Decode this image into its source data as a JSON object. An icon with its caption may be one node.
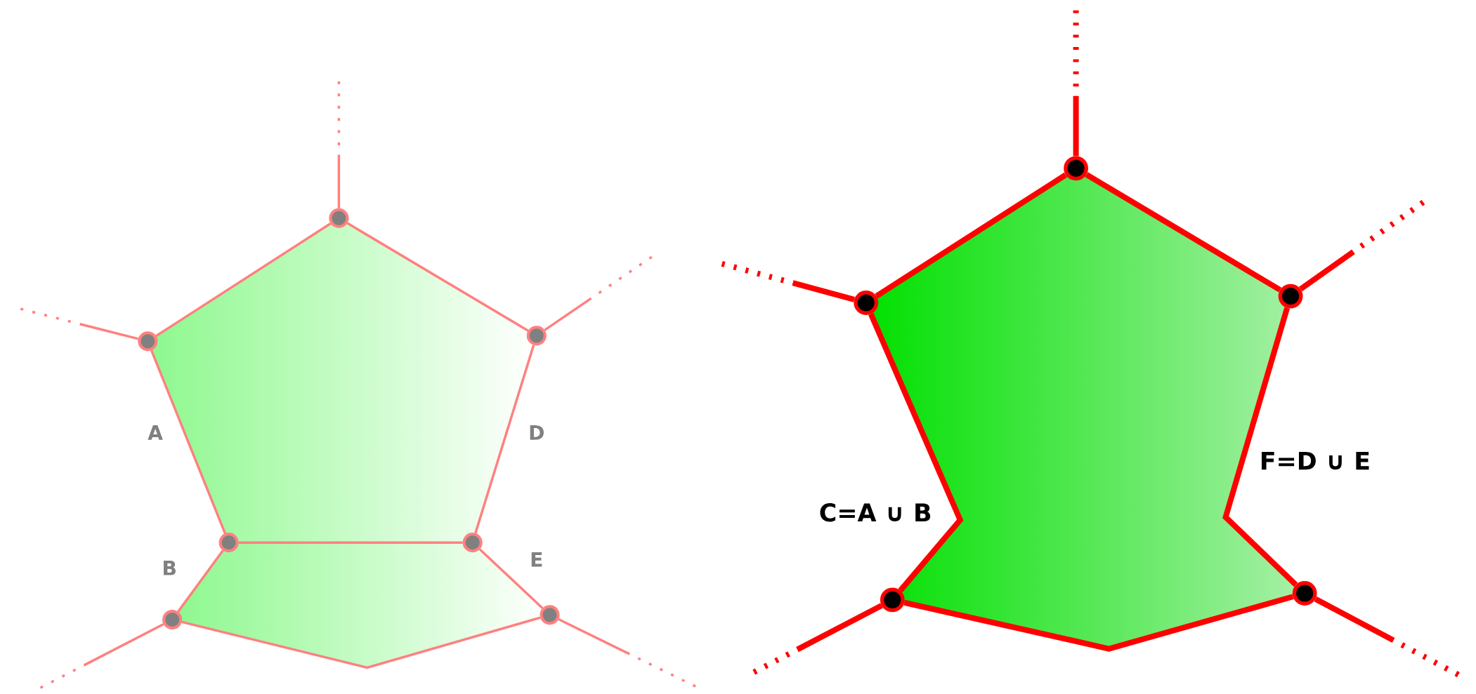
{
  "diagram": {
    "nodes": [
      {
        "text": [],
        "shape": "circle"
      },
      {
        "text": [],
        "shape": "circle"
      },
      {
        "text": [],
        "shape": "circle"
      },
      {
        "text": [],
        "shape": "circle"
      },
      {
        "text": [],
        "shape": "circle"
      },
      {
        "text": [],
        "shape": "circle"
      },
      {
        "text": [],
        "shape": "circle"
      },
      {
        "text": [],
        "shape": "circle"
      },
      {
        "text": [],
        "shape": "circle"
      },
      {
        "text": [],
        "shape": "circle"
      },
      {
        "text": [],
        "shape": "circle"
      },
      {
        "text": [],
        "shape": "circle"
      }
    ],
    "edges": [
      {
        "from": 0,
        "to": 1,
        "arrow": "none"
      },
      {
        "from": 0,
        "to": 2,
        "arrow": "none"
      },
      {
        "from": 1,
        "to": 3,
        "arrow": "none"
      },
      {
        "from": 2,
        "to": 4,
        "arrow": "none"
      },
      {
        "from": 3,
        "to": 4,
        "arrow": "none"
      },
      {
        "from": 3,
        "to": 5,
        "arrow": "none"
      },
      {
        "from": 4,
        "to": 6,
        "arrow": "none"
      },
      {
        "from": 5,
        "to": 6,
        "arrow": "none"
      },
      {
        "from": 0,
        "to": null,
        "arrow": "none",
        "style": "dashed"
      },
      {
        "from": 1,
        "to": null,
        "arrow": "none",
        "style": "dashed"
      },
      {
        "from": 2,
        "to": null,
        "arrow": "none",
        "style": "dashed"
      },
      {
        "from": 5,
        "to": null,
        "arrow": "none",
        "style": "dashed"
      },
      {
        "from": 6,
        "to": null,
        "arrow": "none",
        "style": "dashed"
      },
      {
        "from": 7,
        "to": 8,
        "arrow": "none",
        "style": "thick",
        "color": "#ff0000"
      },
      {
        "from": 7,
        "to": 9,
        "arrow": "none",
        "style": "thick",
        "color": "#ff0000"
      },
      {
        "from": 8,
        "to": 10,
        "arrow": "none",
        "style": "thick",
        "color": "#ff0000"
      },
      {
        "from": 9,
        "to": 11,
        "arrow": "none",
        "style": "thick",
        "color": "#ff0000"
      },
      {
        "from": 10,
        "to": 11,
        "arrow": "none",
        "style": "thick",
        "color": "#ff0000"
      },
      {
        "from": 7,
        "to": null,
        "arrow": "none",
        "style": "dashed",
        "color": "#ff0000"
      },
      {
        "from": 8,
        "to": null,
        "arrow": "none",
        "style": "dashed",
        "color": "#ff0000"
      },
      {
        "from": 9,
        "to": null,
        "arrow": "none",
        "style": "dashed",
        "color": "#ff0000"
      },
      {
        "from": 10,
        "to": null,
        "arrow": "none",
        "style": "dashed",
        "color": "#ff0000"
      },
      {
        "from": 11,
        "to": null,
        "arrow": "none",
        "style": "dashed",
        "color": "#ff0000"
      }
    ],
    "labels": [
      "A",
      "D",
      "F=D ∪ E",
      "C=A ∪ B",
      "E",
      "B"
    ]
  }
}
